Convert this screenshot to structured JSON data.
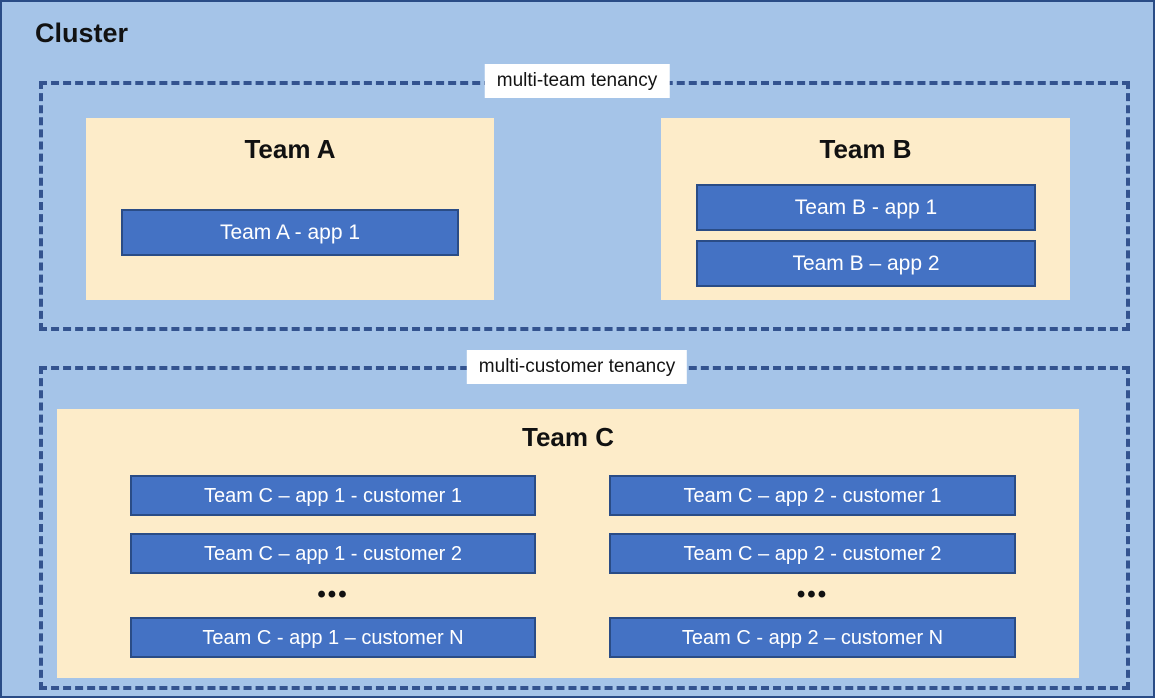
{
  "diagram": {
    "title": "Cluster",
    "colors": {
      "canvas_background": "#A5C4E8",
      "canvas_border": "#2A4C86",
      "tenancy_border": "#33538F",
      "team_background": "#FDECC9",
      "app_background": "#4472C4",
      "app_border": "#2A4C86",
      "app_text": "#FFFFFF",
      "label_background": "#FFFFFF",
      "title_text": "#111111"
    },
    "groups": [
      {
        "id": "multi-team",
        "label": "multi-team tenancy",
        "teams": [
          {
            "id": "team-a",
            "title": "Team A",
            "apps": [
              {
                "label": "Team A - app 1"
              }
            ]
          },
          {
            "id": "team-b",
            "title": "Team B",
            "apps": [
              {
                "label": "Team B - app 1"
              },
              {
                "label": "Team B – app 2"
              }
            ]
          }
        ]
      },
      {
        "id": "multi-customer",
        "label": "multi-customer tenancy",
        "teams": [
          {
            "id": "team-c",
            "title": "Team C",
            "columns": [
              {
                "id": "app-1",
                "apps": [
                  {
                    "label": "Team C – app 1 - customer 1"
                  },
                  {
                    "label": "Team C – app 1 - customer 2"
                  },
                  {
                    "label": "Team C - app 1 – customer N"
                  }
                ],
                "ellipsis": "•••"
              },
              {
                "id": "app-2",
                "apps": [
                  {
                    "label": "Team C – app 2 - customer 1"
                  },
                  {
                    "label": "Team C – app 2 - customer 2"
                  },
                  {
                    "label": "Team C - app 2 – customer N"
                  }
                ],
                "ellipsis": "•••"
              }
            ]
          }
        ]
      }
    ]
  }
}
